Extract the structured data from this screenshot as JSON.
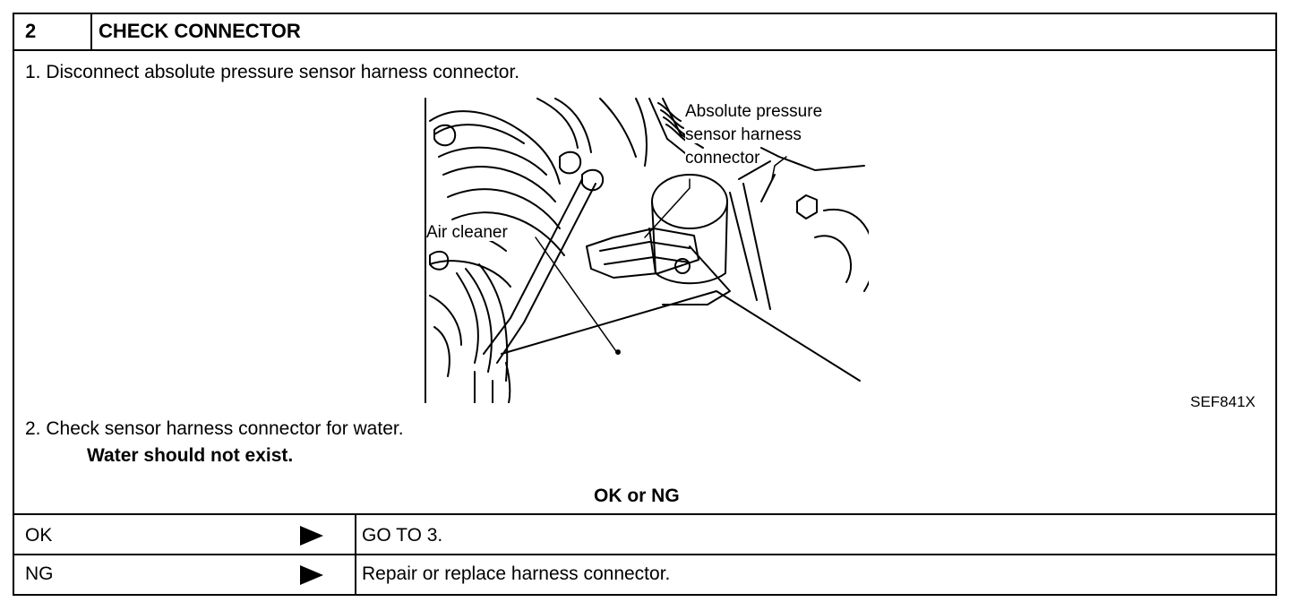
{
  "procedure": {
    "step_number": "2",
    "title": "CHECK CONNECTOR",
    "instruction_1": "1.  Disconnect absolute pressure sensor harness connector.",
    "instruction_2": "2.  Check sensor harness connector for water.",
    "expected_result": "Water should not exist.",
    "decision_label": "OK or NG"
  },
  "figure": {
    "label_connector_line1": "Absolute pressure",
    "label_connector_line2": "sensor harness",
    "label_connector_line3": "connector",
    "label_air_cleaner": "Air cleaner",
    "figure_code": "SEF841X"
  },
  "results": [
    {
      "condition": "OK",
      "action": "GO TO 3."
    },
    {
      "condition": "NG",
      "action": "Repair or replace harness connector."
    }
  ],
  "icons": {
    "result_arrow": "triangle-right-icon"
  }
}
